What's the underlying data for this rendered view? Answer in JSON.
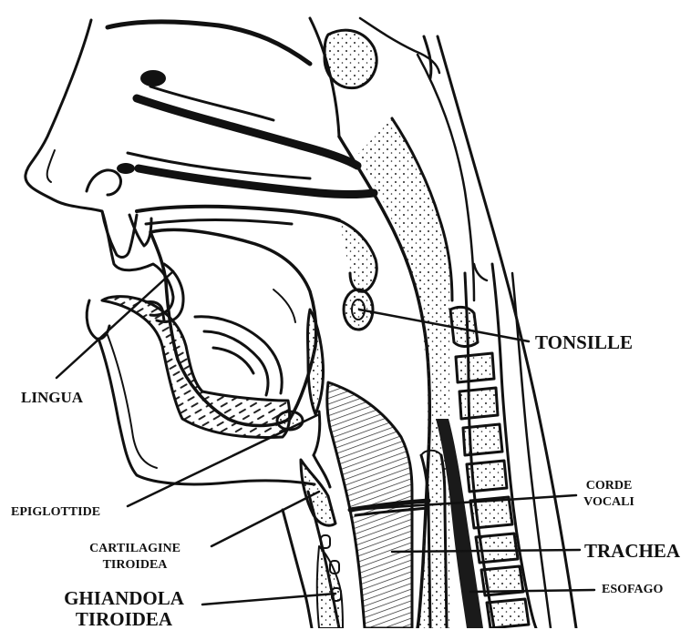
{
  "labels": {
    "tonsille": "TONSILLE",
    "lingua": "LINGUA",
    "corde_line1": "CORDE",
    "corde_line2": "VOCALI",
    "epiglottide": "EPIGLOTTIDE",
    "trachea": "TRACHEA",
    "cartilagine_line1": "CARTILAGINE",
    "cartilagine_line2": "TIROIDEA",
    "esofago": "ESOFAGO",
    "ghiandola_line1": "GHIANDOLA",
    "ghiandola_line2": "TIROIDEA"
  },
  "colors": {
    "ink": "#111111",
    "paper": "#ffffff"
  }
}
